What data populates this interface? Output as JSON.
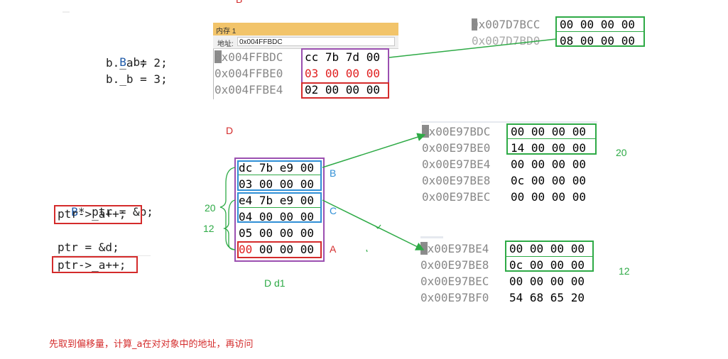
{
  "colors": {
    "red": "#d42b2b",
    "green": "#2eaa46",
    "blue": "#2f8fd6",
    "purple": "#9b4fb0",
    "navy": "#1f5aa8",
    "gray_addr": "#888888"
  },
  "top_label": "B",
  "code_top": {
    "l1_kw": "B",
    "l1_rest": " b;",
    "l2": "b._a = 2;",
    "l3": "b._b = 3;"
  },
  "code_bottom": {
    "l1_kw": "B",
    "l1_rest": "* ptr = &b;",
    "l2": "ptr->_a++;",
    "l3": "ptr = &d;",
    "l4": "ptr->_a++;"
  },
  "mem_window": {
    "title": "内存 1",
    "addr_label": "地址:",
    "addr_value": "0x004FFBDC"
  },
  "mem_b": [
    {
      "addr": "0x004FFBDC",
      "bytes": "cc 7b 7d 00"
    },
    {
      "addr": "0x004FFBE0",
      "bytes": "03 00 00 00"
    },
    {
      "addr": "0x004FFBE4",
      "bytes": "02 00 00 00"
    }
  ],
  "vbtable_b": [
    {
      "addr": "0x007D7BCC",
      "bytes": "00 00 00 00"
    },
    {
      "addr": "0x007D7BD0",
      "bytes": "08 00 00 00"
    }
  ],
  "label_d": "D",
  "d1_rows": [
    "dc 7b e9 00",
    "03 00 00 00",
    "e4 7b e9 00",
    "04 00 00 00",
    "05 00 00 00",
    "00 00 00 00"
  ],
  "d1_labels": {
    "b": "B",
    "c": "C",
    "a": "A",
    "caption": "D d1",
    "off20": "20",
    "off12": "12"
  },
  "vbtable_d1": [
    {
      "addr": "0x00E97BDC",
      "bytes": "00 00 00 00"
    },
    {
      "addr": "0x00E97BE0",
      "bytes": "14 00 00 00"
    },
    {
      "addr": "0x00E97BE4",
      "bytes": "00 00 00 00"
    },
    {
      "addr": "0x00E97BE8",
      "bytes": "0c 00 00 00"
    },
    {
      "addr": "0x00E97BEC",
      "bytes": "00 00 00 00"
    }
  ],
  "vbtable_d2": [
    {
      "addr": "0x00E97BE4",
      "bytes": "00 00 00 00"
    },
    {
      "addr": "0x00E97BE8",
      "bytes": "0c 00 00 00"
    },
    {
      "addr": "0x00E97BEC",
      "bytes": "00 00 00 00"
    },
    {
      "addr": "0x00E97BF0",
      "bytes": "54 68 65 20"
    }
  ],
  "label_20": "20",
  "label_12": "12",
  "note": "先取到偏移量，计算_a在对对象中的地址，再访问"
}
